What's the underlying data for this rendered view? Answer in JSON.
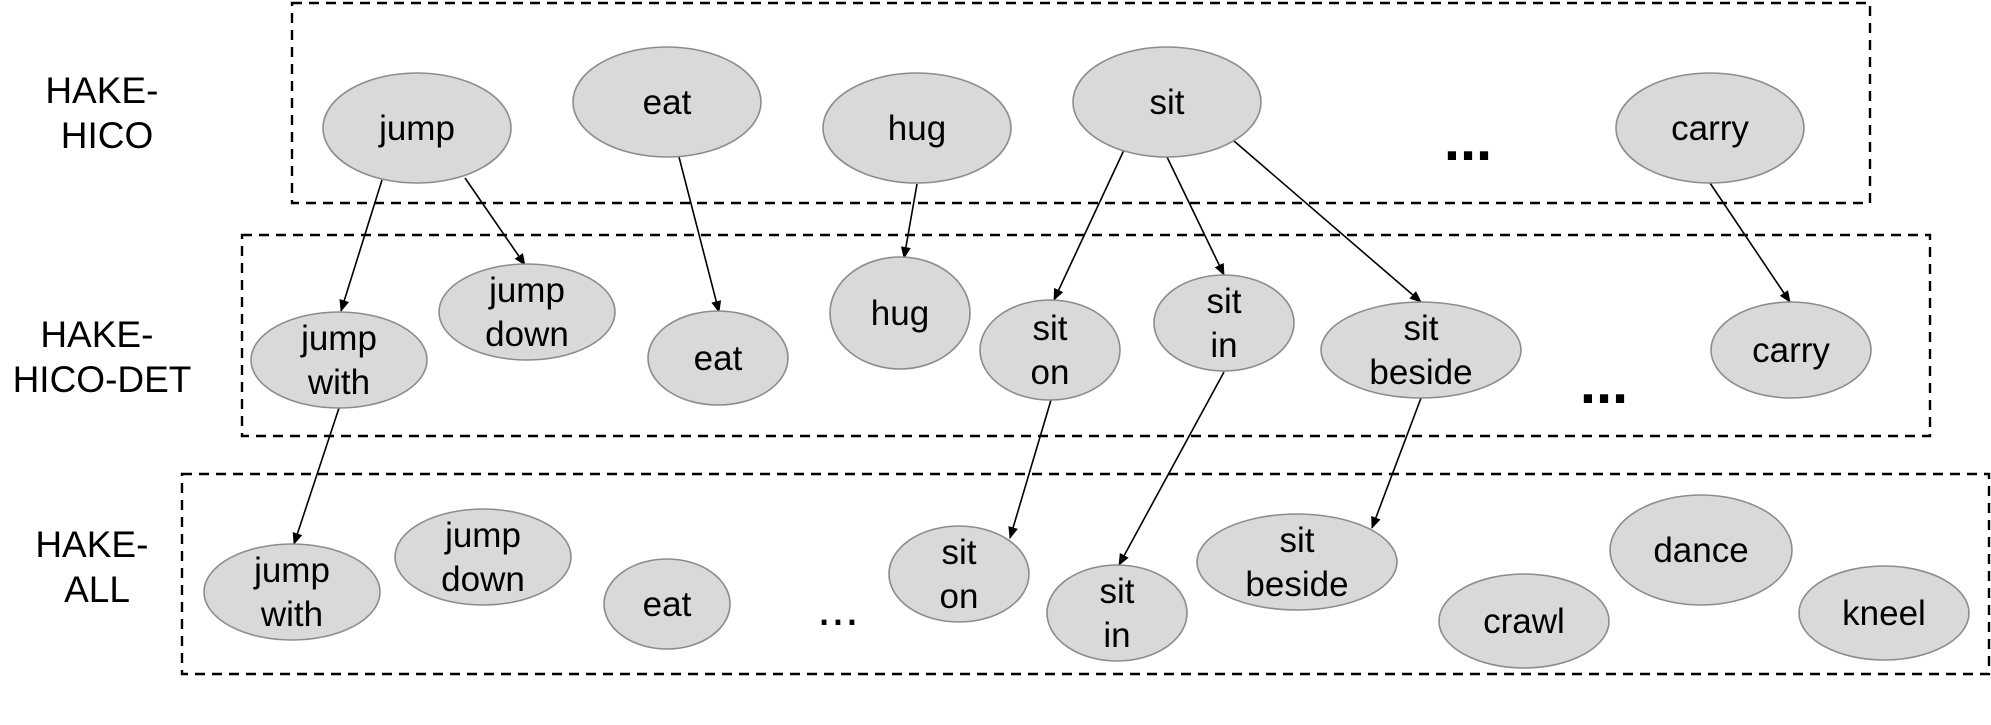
{
  "levels": {
    "hico": {
      "label_line1": "HAKE-",
      "label_line2": "HICO"
    },
    "hico_det": {
      "label_line1": "HAKE-",
      "label_line2": "HICO-DET"
    },
    "all": {
      "label_line1": "HAKE-",
      "label_line2": "ALL"
    }
  },
  "ellipsis": "...",
  "nodes": {
    "hico_jump": [
      "jump"
    ],
    "hico_eat": [
      "eat"
    ],
    "hico_hug": [
      "hug"
    ],
    "hico_sit": [
      "sit"
    ],
    "hico_carry": [
      "carry"
    ],
    "det_jump_with": [
      "jump",
      "with"
    ],
    "det_jump_down": [
      "jump",
      "down"
    ],
    "det_eat": [
      "eat"
    ],
    "det_hug": [
      "hug"
    ],
    "det_sit_on": [
      "sit",
      "on"
    ],
    "det_sit_in": [
      "sit",
      "in"
    ],
    "det_sit_beside": [
      "sit",
      "beside"
    ],
    "det_carry": [
      "carry"
    ],
    "all_jump_with": [
      "jump",
      "with"
    ],
    "all_jump_down": [
      "jump",
      "down"
    ],
    "all_eat": [
      "eat"
    ],
    "all_sit_on": [
      "sit",
      "on"
    ],
    "all_sit_in": [
      "sit",
      "in"
    ],
    "all_sit_beside": [
      "sit",
      "beside"
    ],
    "all_crawl": [
      "crawl"
    ],
    "all_dance": [
      "dance"
    ],
    "all_kneel": [
      "kneel"
    ]
  },
  "edges": [
    [
      "hico_jump",
      "det_jump_with"
    ],
    [
      "hico_jump",
      "det_jump_down"
    ],
    [
      "hico_eat",
      "det_eat"
    ],
    [
      "hico_hug",
      "det_hug"
    ],
    [
      "hico_sit",
      "det_sit_on"
    ],
    [
      "hico_sit",
      "det_sit_in"
    ],
    [
      "hico_sit",
      "det_sit_beside"
    ],
    [
      "hico_carry",
      "det_carry"
    ],
    [
      "det_jump_with",
      "all_jump_with"
    ],
    [
      "det_sit_on",
      "all_sit_on"
    ],
    [
      "det_sit_in",
      "all_sit_in"
    ],
    [
      "det_sit_beside",
      "all_sit_beside"
    ]
  ]
}
